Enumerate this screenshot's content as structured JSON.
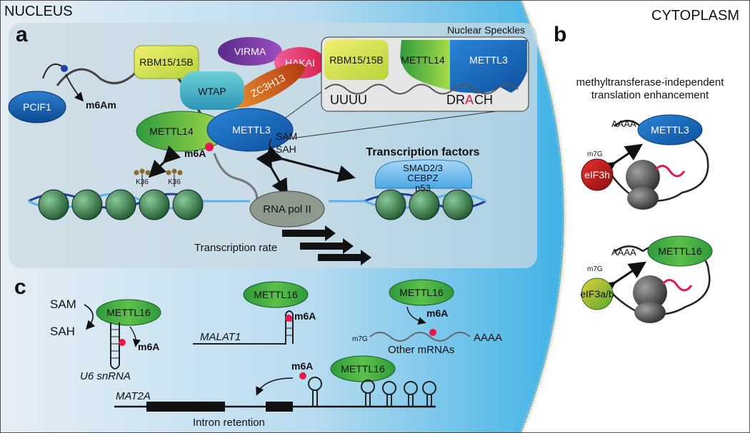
{
  "regions": {
    "nucleus": "NUCLEUS",
    "cytoplasm": "CYTOPLASM"
  },
  "panels": {
    "a": "a",
    "b": "b",
    "c": "c"
  },
  "panel_a": {
    "pcif1": "PCIF1",
    "m6am": "m6Am",
    "rbm15": "RBM15/15B",
    "virma": "VIRMA",
    "hakai": "HAKAI",
    "zc3h13": "ZC3H13",
    "wtap": "WTAP",
    "mettl14": "METTL14",
    "mettl3": "METTL3",
    "m6a": "m6A",
    "sam": "SAM",
    "sah": "SAH",
    "k36_1": "K36",
    "k36_2": "K36",
    "rnapol": "RNA pol II",
    "tf_title": "Transcription factors",
    "tf_list": [
      "SMAD2/3",
      "CEBPZ",
      "p53"
    ],
    "transcription_rate": "Transcription rate",
    "speckles": {
      "title": "Nuclear Speckles",
      "rbm15": "RBM15/15B",
      "mettl14": "METTL14",
      "mettl3": "METTL3",
      "uuuu": "UUUU",
      "drach_pre": "DR",
      "drach_a": "A",
      "drach_post": "CH"
    }
  },
  "panel_b": {
    "title_line1": "methyltransferase-independent",
    "title_line2": "translation enhancement",
    "aaaa1": "AAAA",
    "mettl3": "METTL3",
    "m7g1": "m7G",
    "eif3h": "eIF3h",
    "aaaa2": "AAAA",
    "mettl16": "METTL16",
    "m7g2": "m7G",
    "eif3ab": "eIF3a/b"
  },
  "panel_c": {
    "sam": "SAM",
    "sah": "SAH",
    "mettl16_a": "METTL16",
    "m6a_a": "m6A",
    "u6": "U6 snRNA",
    "mettl16_b": "METTL16",
    "m6a_b": "m6A",
    "malat1": "MALAT1",
    "mettl16_c": "METTL16",
    "m6a_c": "m6A",
    "m7g": "m7G",
    "aaaa": "AAAA",
    "other_mrnas": "Other mRNAs",
    "m6a_d": "m6A",
    "mettl16_d": "METTL16",
    "mat2a": "MAT2A",
    "intron_retention": "Intron retention"
  },
  "colors": {
    "pcif1": "#1565c0",
    "rbm15": "#d8e84a",
    "virma": "#7a3ea0",
    "hakai": "#e8386a",
    "zc3h13": "#d2541f",
    "wtap": "#3ab3c4",
    "mettl14": "#2a9a4a",
    "mettl3": "#1b6fc4",
    "mettl16": "#2e9a3c",
    "eif3h": "#c41e1e",
    "eif3ab": "#a9c13a",
    "m6a_dot": "#e8174a",
    "tf": "#5ab0e8",
    "nucleosome": "#2f6b3a"
  }
}
